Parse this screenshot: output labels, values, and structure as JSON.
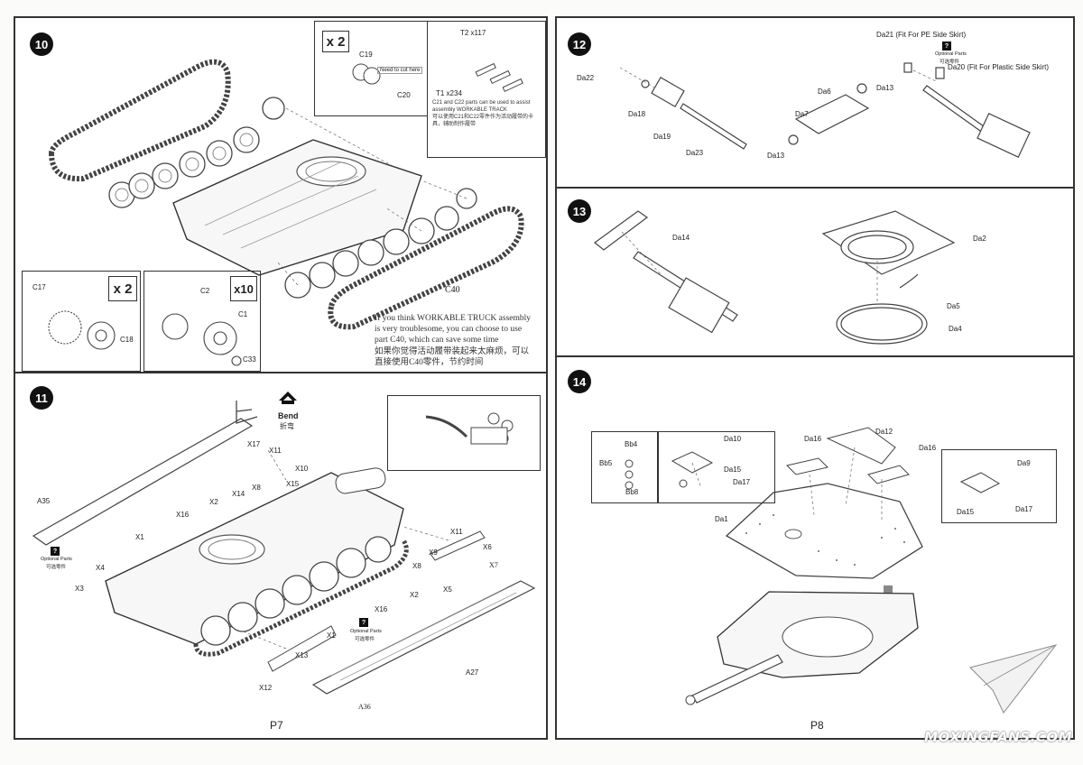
{
  "left_page": {
    "page_label": "P7",
    "step10": {
      "number": "10",
      "multiplier_top": "x 2",
      "multiplier_sprocket": "x 2",
      "multiplier_roadwheel": "x10",
      "labels": {
        "c19": "C19",
        "c20": "C20",
        "need_to_cut": "Need to cut here",
        "t2": "T2 x117",
        "t1": "T1 x234",
        "c17": "C17",
        "c18": "C18",
        "c2": "C2",
        "c1": "C1",
        "c33": "C33",
        "c40": "C40"
      },
      "track_note_en": "C21 and C22 parts can be used to assist assembly WORKABLE TRACK",
      "track_note_cn": "可以使用C21和C22零件作为活动履带的卡具，辅助制作履带",
      "tip_en": "If you think WORKABLE TRUCK assembly is very troublesome, you can choose to use part C40, which can save some time",
      "tip_cn": "如果你觉得活动履带装起来太麻烦，可以直接使用C40零件，节约时间"
    },
    "step11": {
      "number": "11",
      "bend_en": "Bend",
      "bend_cn": "折弯",
      "optional_en": "Optional Parts",
      "optional_cn": "可选零件",
      "labels": {
        "x17": "X17",
        "x11a": "X11",
        "x10": "X10",
        "x15": "X15",
        "x8a": "X8",
        "x14": "X14",
        "x2a": "X2",
        "x16a": "X16",
        "x1a": "X1",
        "a35": "A35",
        "x4": "X4",
        "x3": "X3",
        "x11b": "X11",
        "x6": "X6",
        "x9": "X9",
        "x7": "X7",
        "x8b": "X8",
        "x5": "X5",
        "x2b": "X2",
        "x16b": "X16",
        "x1b": "X1",
        "x13": "X13",
        "x12": "X12",
        "a27": "A27",
        "a36": "A36"
      }
    }
  },
  "right_page": {
    "page_label": "P8",
    "step12": {
      "number": "12",
      "labels": {
        "da21": "Da21 (Fit For PE Side Skirt)",
        "optional_en": "Optional Parts",
        "optional_cn": "可选零件",
        "da20": "Da20 (Fit For Plastic Side Skirt)",
        "da22": "Da22",
        "da18": "Da18",
        "da19": "Da19",
        "da23": "Da23",
        "da6": "Da6",
        "da13a": "Da13",
        "da7": "Da7",
        "da13b": "Da13"
      }
    },
    "step13": {
      "number": "13",
      "labels": {
        "da14": "Da14",
        "da2": "Da2",
        "da5": "Da5",
        "da4": "Da4"
      }
    },
    "step14": {
      "number": "14",
      "labels": {
        "bb4": "Bb4",
        "bb5": "Bb5",
        "bb8": "Bb8",
        "da10": "Da10",
        "da15a": "Da15",
        "da17a": "Da17",
        "da16a": "Da16",
        "da12": "Da12",
        "da16b": "Da16",
        "da9": "Da9",
        "da15b": "Da15",
        "da17b": "Da17",
        "da1": "Da1"
      }
    }
  },
  "watermark": "MOXINGFANS.COM"
}
